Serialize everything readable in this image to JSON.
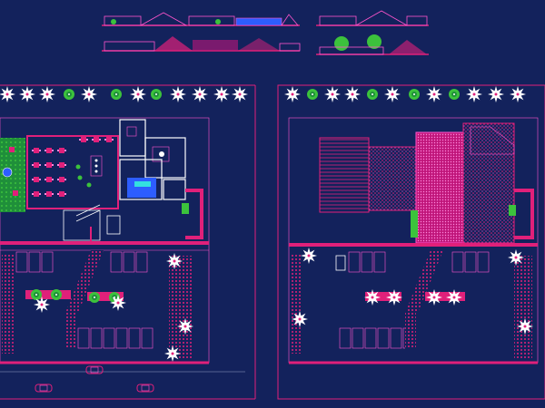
{
  "colors": {
    "background": "#13225c",
    "wall": "#e0207a",
    "line": "#ff55cc",
    "white": "#ffffff",
    "green": "#3cc23c",
    "dark_green": "#1f8f3a",
    "cyan": "#33e0e0",
    "blue": "#2d5dff",
    "yellow": "#e8e840",
    "gray": "#9aa0c8"
  },
  "elevations": {
    "row_top": [
      "elevation-1a",
      "elevation-1b",
      "elevation-2a"
    ],
    "row_bottom": [
      "elevation-1c",
      "elevation-1d",
      "elevation-2b"
    ]
  },
  "sheets": [
    {
      "name": "floor-plan",
      "view": "ground-floor-plan"
    },
    {
      "name": "roof-plan",
      "view": "roof-plan"
    }
  ],
  "icons": {
    "tree": "palm-tree-icon",
    "shrub": "shrub-icon",
    "car": "car-icon"
  }
}
